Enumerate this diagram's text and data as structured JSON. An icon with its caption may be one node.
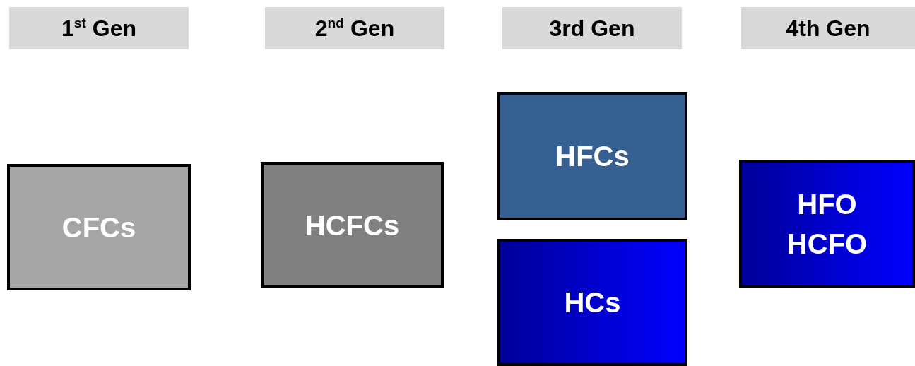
{
  "diagram": {
    "nodes": [
      {
        "text": [
          "1$^{st}$ Gen"
        ]
      },
      {
        "text": [
          "2$^{nd}$ Gen"
        ]
      },
      {
        "text": [
          "3rd Gen"
        ]
      },
      {
        "text": [
          "4th Gen"
        ]
      },
      {
        "text": [
          "CFCs"
        ]
      },
      {
        "text": [
          "HCFCs"
        ]
      },
      {
        "text": [
          "HFCs"
        ]
      },
      {
        "text": [
          "HCs"
        ]
      },
      {
        "text": [
          "HFO HCFO"
        ]
      }
    ]
  }
}
